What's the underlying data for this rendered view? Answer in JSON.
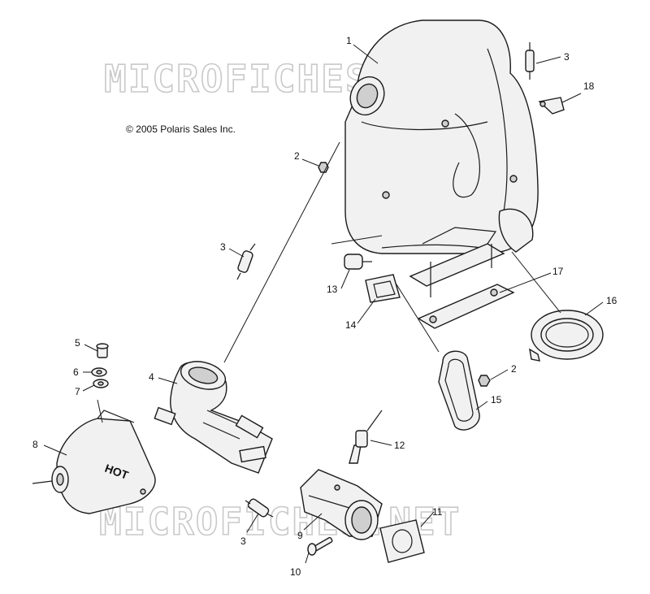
{
  "copyright": "© 2005 Polaris Sales Inc.",
  "watermark": "MICROFICHES.NET",
  "hot_label": "HOT",
  "callouts": {
    "c1": "1",
    "c2a": "2",
    "c2b": "2",
    "c3a": "3",
    "c3b": "3",
    "c3c": "3",
    "c4": "4",
    "c5": "5",
    "c6": "6",
    "c7": "7",
    "c8": "8",
    "c9": "9",
    "c10": "10",
    "c11": "11",
    "c12": "12",
    "c13": "13",
    "c14": "14",
    "c15": "15",
    "c16": "16",
    "c17": "17",
    "c18": "18"
  }
}
